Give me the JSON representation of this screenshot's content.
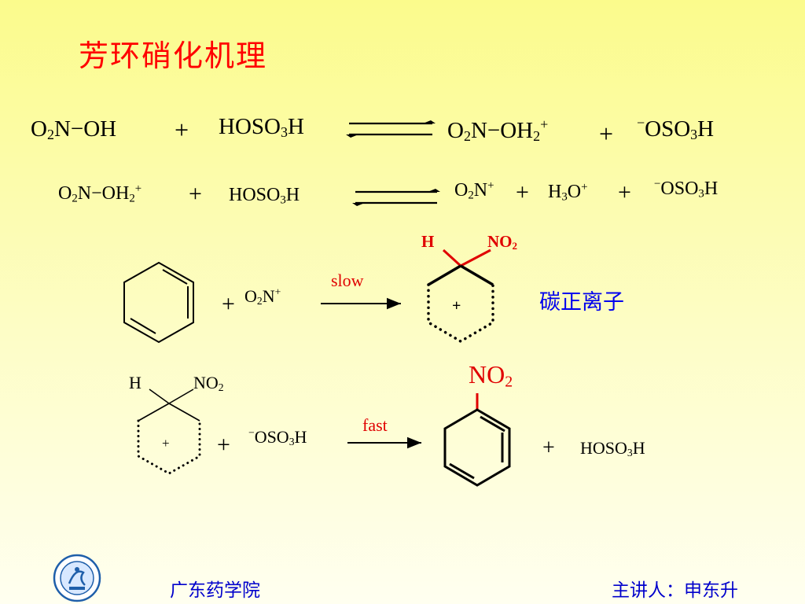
{
  "slide": {
    "title": "芳环硝化机理",
    "carbocation_label": "碳正离子",
    "footer_school": "广东药学院",
    "footer_lecturer": "主讲人：申东升"
  },
  "reaction1": {
    "r1": {
      "a": "O",
      "a_sub": "2",
      "b": "N−OH"
    },
    "plus": "+",
    "r2": {
      "a": "HOSO",
      "a_sub": "3",
      "b": "H"
    },
    "p1": {
      "a": "O",
      "a_sub": "2",
      "b": "N−OH",
      "b_sub": "2",
      "charge": "+"
    },
    "plus2": "+",
    "p2": {
      "charge": "−",
      "a": "OSO",
      "a_sub": "3",
      "b": "H"
    }
  },
  "reaction2": {
    "r1": {
      "a": "O",
      "a_sub": "2",
      "b": "N−OH",
      "b_sub": "2",
      "charge": "+"
    },
    "plus": "+",
    "r2": {
      "a": "HOSO",
      "a_sub": "3",
      "b": "H"
    },
    "p1": {
      "a": "O",
      "a_sub": "2",
      "b": "N",
      "charge": "+"
    },
    "plus2": "+",
    "p2": {
      "a": "H",
      "a_sub": "3",
      "b": "O",
      "charge": "+"
    },
    "plus3": "+",
    "p3": {
      "charge": "−",
      "a": "OSO",
      "a_sub": "3",
      "b": "H"
    }
  },
  "step3": {
    "plus": "+",
    "reagent": {
      "a": "O",
      "a_sub": "2",
      "b": "N",
      "charge": "+"
    },
    "arrow_label": "slow",
    "sigma_h": "H",
    "sigma_no2": {
      "a": "NO",
      "a_sub": "2"
    },
    "ring_charge": "+"
  },
  "step4": {
    "sigma_h": "H",
    "sigma_no2": {
      "a": "NO",
      "a_sub": "2"
    },
    "ring_charge": "+",
    "plus": "+",
    "reagent": {
      "charge": "−",
      "a": "OSO",
      "a_sub": "3",
      "b": "H"
    },
    "arrow_label": "fast",
    "product_no2": {
      "a": "NO",
      "a_sub": "2"
    },
    "plus2": "+",
    "byproduct": {
      "a": "HOSO",
      "a_sub": "3",
      "b": "H"
    }
  },
  "colors": {
    "title": "#ff0000",
    "label_blue": "#0000ee",
    "footer_blue": "#0000cc",
    "accent_red": "#e00000",
    "logo_blue": "#1f5faa"
  }
}
